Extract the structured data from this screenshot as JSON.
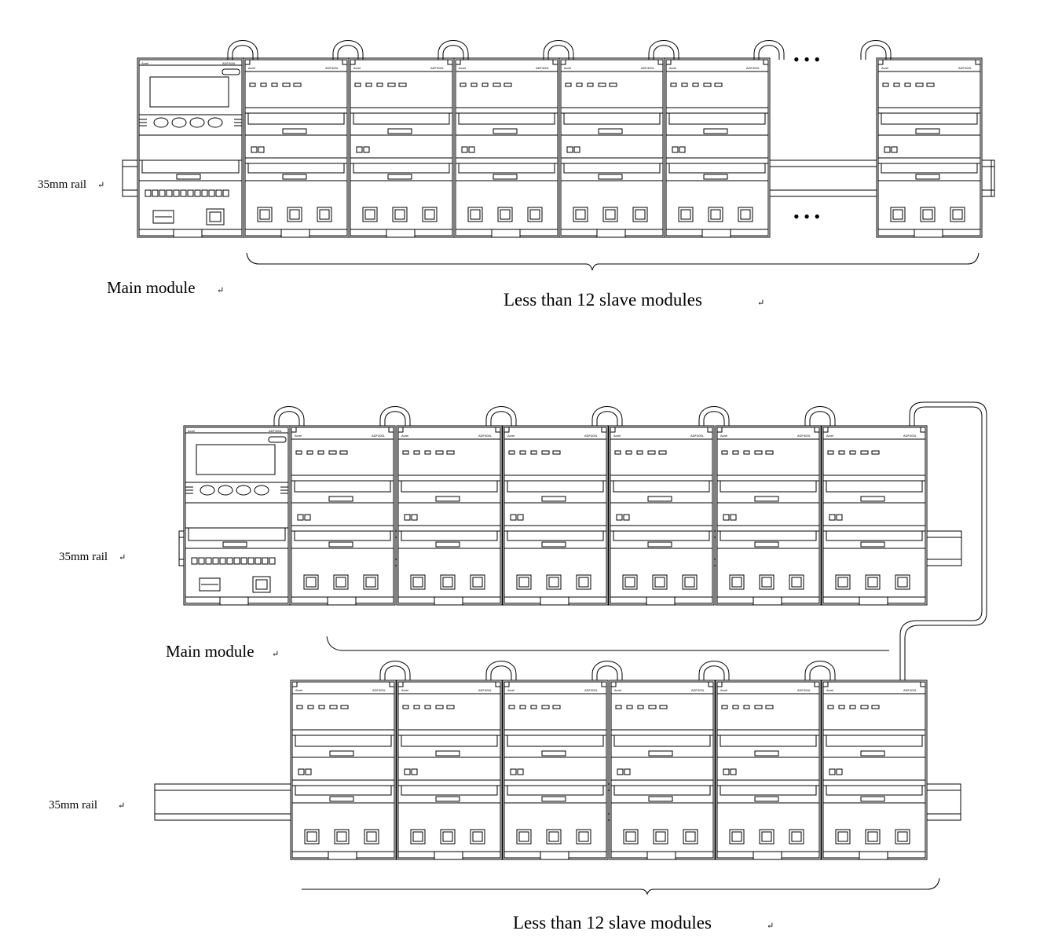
{
  "diagram": {
    "type": "installation-wiring-diagram",
    "top_section": {
      "rail_label": "35mm rail",
      "main_label": "Main module",
      "slave_label": "Less than 12 slave modules",
      "slave_count_drawn": 6,
      "ellipsis": "• • •"
    },
    "bottom_section": {
      "rail_label_top": "35mm rail",
      "rail_label_bottom": "35mm rail",
      "main_label": "Main module",
      "slave_label": "Less than 12 slave modules",
      "row1_slave_count": 6,
      "row2_slave_count": 6
    },
    "return_symbol": "↵",
    "icons": [
      "din-rail",
      "main-module",
      "slave-module",
      "ribbon-cable",
      "brace"
    ],
    "colors": {
      "line": "#000000",
      "background": "#ffffff"
    }
  }
}
